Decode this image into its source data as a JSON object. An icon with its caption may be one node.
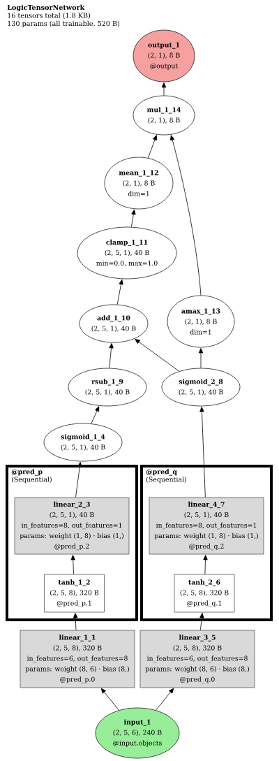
{
  "diagram": {
    "title": "LogicTensorNetwork",
    "nodes": [
      {
        "text": [
          "output_1",
          "(2, 1), 8 B",
          "@output"
        ]
      },
      {
        "text": [
          "mul_1_14",
          "(2, 1), 8 B"
        ]
      },
      {
        "text": [
          "mean_1_12",
          "(2, 1), 8 B",
          "dim=1"
        ]
      },
      {
        "text": [
          "clamp_1_11",
          "(2, 5, 1), 40 B",
          "min=0.0, max=1.0"
        ]
      },
      {
        "text": [
          "add_1_10",
          "(2, 5, 1), 40 B"
        ]
      },
      {
        "text": [
          "amax_1_13",
          "(2, 1), 8 B",
          "dim=1"
        ]
      },
      {
        "text": [
          "rsub_1_9",
          "(2, 5, 1), 40 B"
        ]
      },
      {
        "text": [
          "sigmoid_2_8",
          "(2, 5, 1), 40 B"
        ]
      },
      {
        "text": [
          "sigmoid_1_4",
          "(2, 5, 1), 40 B"
        ]
      },
      {
        "text": [
          "@pred_p",
          "(Sequential)"
        ]
      },
      {
        "text": [
          "linear_2_3",
          "(2, 5, 1), 40 B",
          "in_features=8, out_features=1",
          "params: weight (1, 8) · bias (1,)",
          "@pred_p.2"
        ],
        "in": 9
      },
      {
        "text": [
          "tanh_1_2",
          "(2, 5, 8), 320 B",
          "@pred_p.1"
        ],
        "in": 9
      },
      {
        "text": [
          "@pred_q",
          "(Sequential)"
        ]
      },
      {
        "text": [
          "linear_4_7",
          "(2, 5, 1), 40 B",
          "in_features=8, out_features=1",
          "params: weight (1, 8) · bias (1,)",
          "@pred_q.2"
        ],
        "in": 12
      },
      {
        "text": [
          "tanh_2_6",
          "(2, 5, 8), 320 B",
          "@pred_q.1"
        ],
        "in": 12
      },
      {
        "text": [
          "linear_1_1",
          "(2, 5, 8), 320 B",
          "in_features=6, out_features=8",
          "params: weight (8, 6) · bias (8,)",
          "@pred_p.0"
        ]
      },
      {
        "text": [
          "linear_3_5",
          "(2, 5, 8), 320 B",
          "in_features=6, out_features=8",
          "params: weight (8, 6) · bias (8,)",
          "@pred_q.0"
        ]
      },
      {
        "text": [
          "input_1",
          "(2, 5, 6), 240 B",
          "@input.objects"
        ]
      }
    ],
    "edges": [
      {
        "from": 17,
        "to": 15,
        "arrow": "to"
      },
      {
        "from": 17,
        "to": 16,
        "arrow": "to"
      },
      {
        "from": 15,
        "to": 11,
        "arrow": "to"
      },
      {
        "from": 11,
        "to": 10,
        "arrow": "to"
      },
      {
        "from": 10,
        "to": 8,
        "arrow": "to"
      },
      {
        "from": 8,
        "to": 6,
        "arrow": "to"
      },
      {
        "from": 6,
        "to": 4,
        "arrow": "to"
      },
      {
        "from": 16,
        "to": 14,
        "arrow": "to"
      },
      {
        "from": 14,
        "to": 13,
        "arrow": "to"
      },
      {
        "from": 13,
        "to": 7,
        "arrow": "to"
      },
      {
        "from": 7,
        "to": 4,
        "arrow": "to"
      },
      {
        "from": 7,
        "to": 5,
        "arrow": "to"
      },
      {
        "from": 4,
        "to": 3,
        "arrow": "to"
      },
      {
        "from": 3,
        "to": 2,
        "arrow": "to"
      },
      {
        "from": 2,
        "to": 1,
        "arrow": "to"
      },
      {
        "from": 5,
        "to": 1,
        "arrow": "to"
      },
      {
        "from": 1,
        "to": 0,
        "arrow": "to"
      }
    ],
    "labels": [
      "16 tensors total (1.8 KB)",
      "130 params (all trainable, 520 B)"
    ]
  }
}
